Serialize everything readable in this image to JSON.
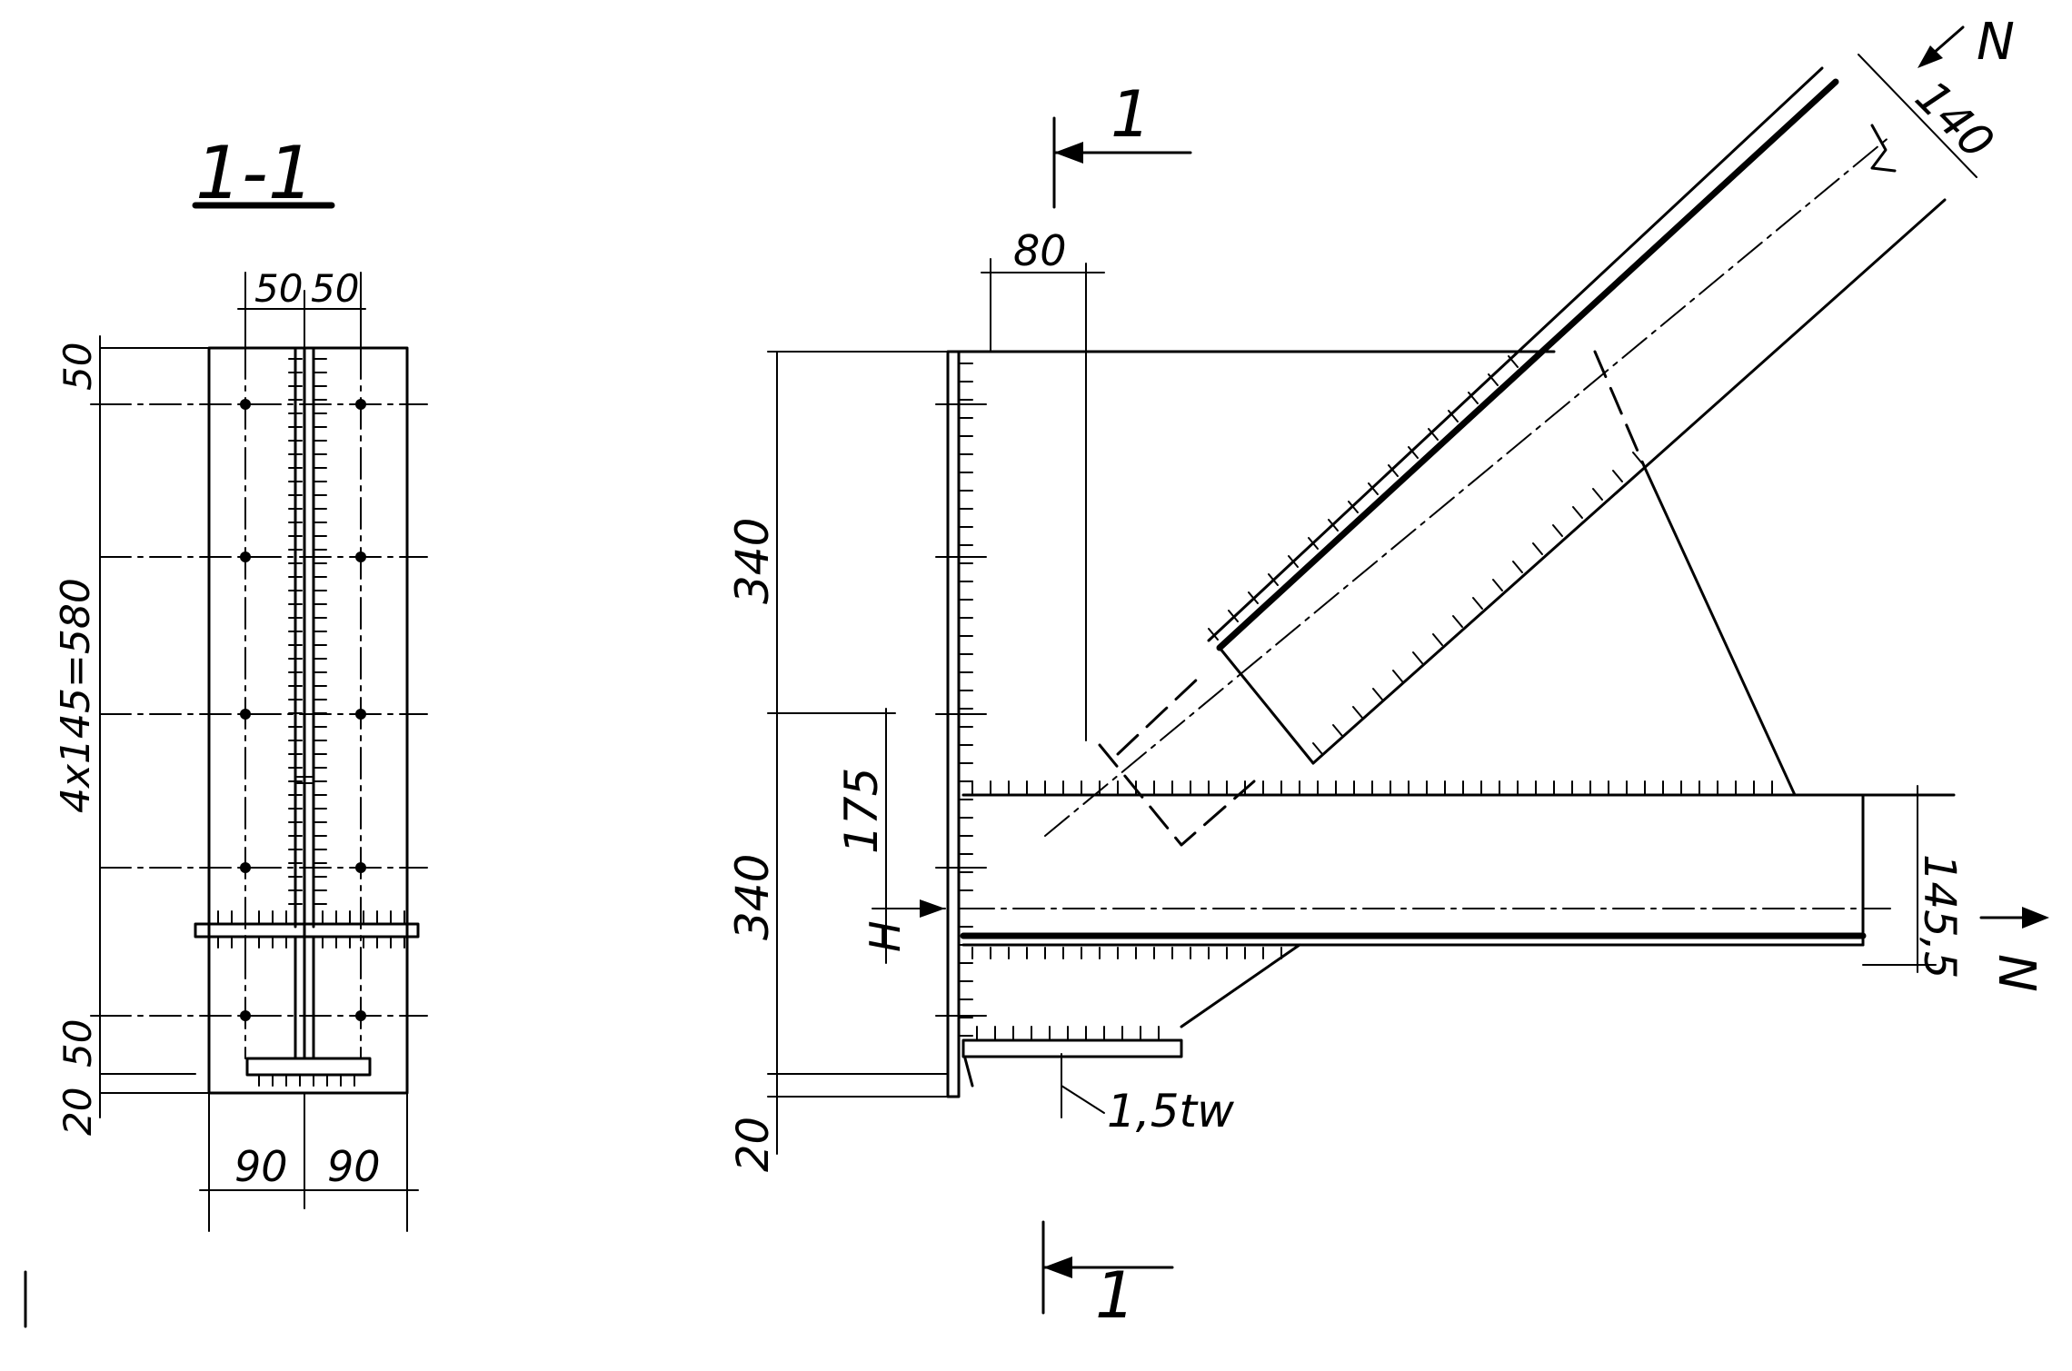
{
  "labels": {
    "section_title": "1-1",
    "section_mark_top": "1",
    "section_mark_bottom": "1",
    "force_diag": "N",
    "force_horiz": "N",
    "weld_leg": "1,5tw"
  },
  "dimensions": {
    "sec_web_left": "50",
    "sec_web_right": "50",
    "sec_top_edge": "50",
    "sec_bolt_spacing": "4x145=580",
    "sec_bottom_edge": "50",
    "sec_base_plate": "20",
    "sec_half_width_left": "90",
    "sec_half_width_right": "90",
    "gusset_offset": "80",
    "brace_width": "140",
    "gusset_upper": "340",
    "gusset_lower": "340",
    "eccentricity": "175",
    "chord_depth": "145,5",
    "bottom_plate": "20",
    "neutral_axis": "H"
  }
}
